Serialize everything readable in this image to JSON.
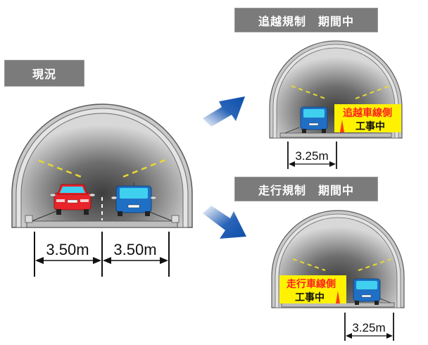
{
  "labels": {
    "current": "現況",
    "passing_restriction": "追越規制　期間中",
    "driving_restriction": "走行規制　期間中"
  },
  "current_tunnel": {
    "lane_width_left": "3.50m",
    "lane_width_right": "3.50m",
    "cars": [
      "red-car",
      "blue-car"
    ]
  },
  "passing_tunnel": {
    "sign_line1": "追越車線側",
    "sign_line2": "工事中",
    "lane_width": "3.25m"
  },
  "driving_tunnel": {
    "sign_line1": "走行車線側",
    "sign_line2": "工事中",
    "lane_width": "3.25m"
  },
  "colors": {
    "label_bg": "#7b7b7b",
    "arrow_blue": "#0a4ea8",
    "sign_yellow": "#fff200",
    "sign_red_text": "#ff2020",
    "car_red": "#e8232a",
    "car_blue": "#1f6fc4",
    "lane_marking": "#e8d830"
  }
}
